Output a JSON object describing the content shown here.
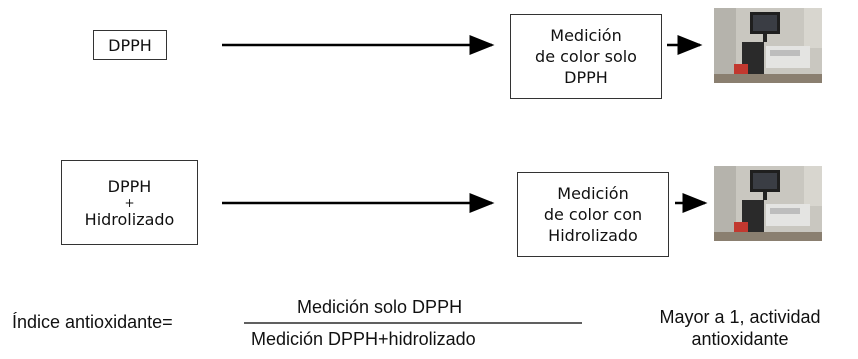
{
  "row1": {
    "input_label": "DPPH",
    "measure_lines": [
      "Medición",
      "de color solo",
      "DPPH"
    ]
  },
  "row2": {
    "input_lines": [
      "DPPH",
      "+",
      "Hidrolizado"
    ],
    "measure_lines": [
      "Medición",
      "de color con",
      "Hidrolizado"
    ]
  },
  "formula": {
    "lhs": "Índice antioxidante=",
    "numerator": "Medición solo DPPH",
    "denominator": "Medición DPPH+hidrolizado"
  },
  "note_lines": [
    "Mayor a 1, actividad",
    "antioxidante"
  ]
}
